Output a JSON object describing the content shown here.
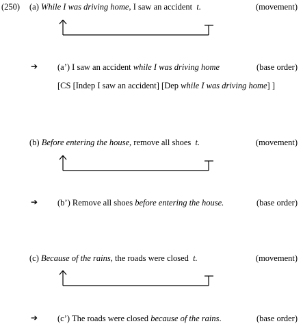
{
  "example_number": "(250)",
  "arrow_glyph": "➔",
  "examples": [
    {
      "label": "(a)",
      "moved_phrase": "While I was driving home",
      "rest": ", I saw an accident",
      "trace": "t.",
      "tag": "(movement)",
      "base_label": "(a’)",
      "base_main": "I saw an accident",
      "base_moved": "while I was driving home",
      "base_end": "",
      "base_tag": "(base order)",
      "structure": {
        "open": "[CS [Indep I saw an accident] [Dep ",
        "italic": "while I was driving home",
        "close": "] ]"
      }
    },
    {
      "label": "(b)",
      "moved_phrase": "Before entering the house",
      "rest": ", remove all shoes",
      "trace": "t.",
      "tag": "(movement)",
      "base_label": "(b’)",
      "base_main": "Remove all shoes",
      "base_moved": "before entering the house.",
      "base_end": "",
      "base_tag": "(base order)"
    },
    {
      "label": "(c)",
      "moved_phrase": "Because of the rains",
      "rest": ", the roads were closed",
      "trace": "t.",
      "tag": "(movement)",
      "base_label": "(c’)",
      "base_main": "The roads were closed",
      "base_moved": "because of the rains",
      "base_end": ".",
      "base_tag": "(base order)"
    }
  ]
}
